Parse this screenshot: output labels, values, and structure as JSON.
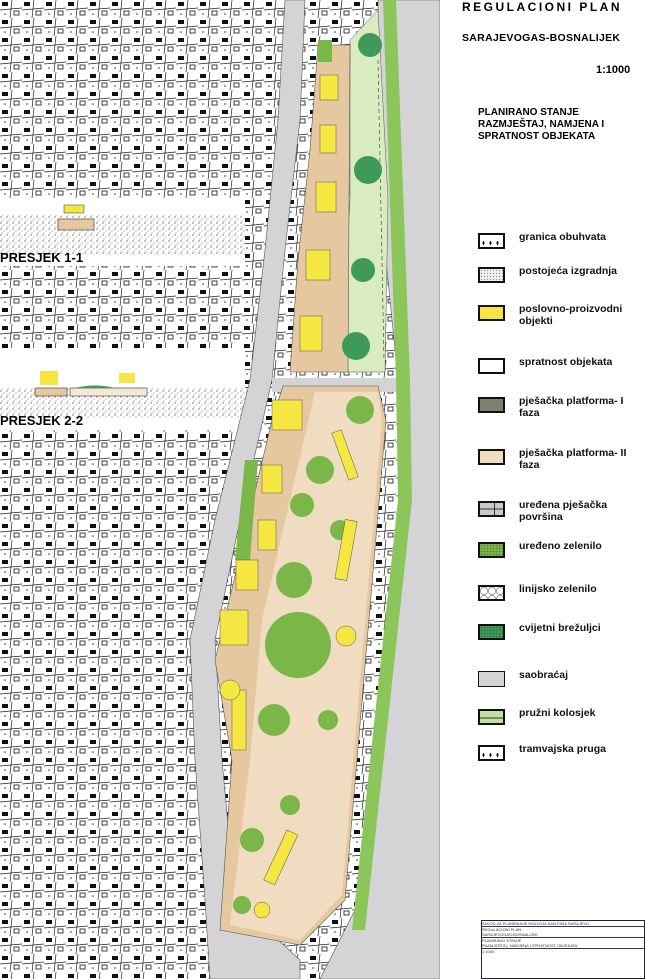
{
  "header": {
    "title": "REGULACIONI PLAN",
    "subtitle": "SARAJEVOGAS-BOSNALIJEK",
    "scale": "1:1000",
    "heading": [
      "PLANIRANO STANJE",
      "RAZMJEŠTAJ, NAMJENA  I",
      "SPRATNOST OBJEKATA"
    ]
  },
  "sections": [
    {
      "label": "PRESJEK 1-1"
    },
    {
      "label": "PRESJEK 2-2"
    }
  ],
  "legend": [
    {
      "label": "granica obuhvata",
      "icon": "dotted-boundary",
      "color": "#ffffff"
    },
    {
      "label": "postojeća izgradnja",
      "icon": "stippled-fill",
      "color": "#eeeeee"
    },
    {
      "label": "poslovno-proizvodni objekti",
      "icon": "solid-fill",
      "color": "#f5e642"
    },
    {
      "label": "spratnost objekata",
      "icon": "outline-box",
      "color": "#ffffff"
    },
    {
      "label": "pješačka platforma- I faza",
      "icon": "solid-fill",
      "color": "#7d7f72"
    },
    {
      "label": "pješačka platforma- II faza",
      "icon": "solid-fill",
      "color": "#f0dcc0"
    },
    {
      "label": "uređena pješačka površina",
      "icon": "grid-fill",
      "color": "#c9c9c9"
    },
    {
      "label": "uređeno zelenilo",
      "icon": "textured-fill",
      "color": "#7ab648"
    },
    {
      "label": "linijsko zelenilo",
      "icon": "circles-outline",
      "color": "#ffffff"
    },
    {
      "label": "cvijetni brežuljci",
      "icon": "textured-fill",
      "color": "#3f9a5a"
    },
    {
      "label": "saobraćaj",
      "icon": "solid-fill",
      "color": "#d4d4d6"
    },
    {
      "label": "pružni kolosjek",
      "icon": "line-fill",
      "color": "#c4e0a0"
    },
    {
      "label": "tramvajska pruga",
      "icon": "dotted-line",
      "color": "#ffffff"
    }
  ],
  "title_block": {
    "lines": [
      "ZAVOD ZA PLANIRANJE RAZVOJA KANTONA SARAJEVO",
      "REGULACIONI PLAN",
      "SARAJEVOGAS-BOSNALIJEK",
      "PLANIRANO STANJE",
      "RAZMJEŠTAJ, NAMJENA I SPRATNOST OBJEKATA",
      "1:1000"
    ]
  }
}
